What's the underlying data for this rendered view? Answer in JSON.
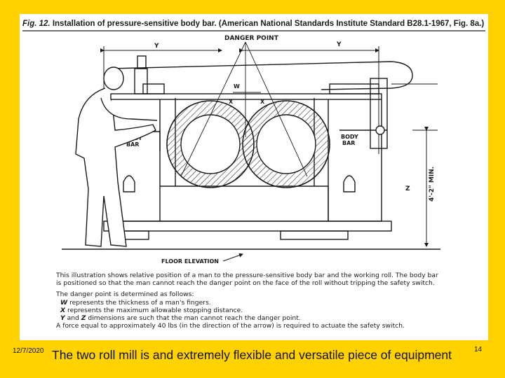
{
  "figure": {
    "title_number": "Fig. 12.",
    "title_text": "Installation of pressure-sensitive body bar. (American National Standards Institute Standard B28.1-1967, Fig. 8a.)",
    "labels": {
      "danger_point": "DANGER POINT",
      "body_bar_left_1": "BODY",
      "body_bar_left_2": "BAR",
      "body_bar_right_1": "BODY",
      "body_bar_right_2": "BAR",
      "y_left": "Y",
      "y_right": "Y",
      "w": "W",
      "x_left": "X",
      "x_right": "X",
      "z": "Z",
      "min_height": "4'-2\" MIN.",
      "floor_elevation": "FLOOR ELEVATION"
    }
  },
  "caption": {
    "para1_line1": "This illustration shows relative position of a man to the pressure-sensitive body bar and the working roll. The body bar",
    "para1_line2": "is positioned so that the man cannot reach the danger point on the face of the roll without tripping the safety switch.",
    "para2_intro": "The danger point is determined as follows:",
    "w_var": "W",
    "w_text": "represents the thickness of a man's fingers.",
    "x_var": "X",
    "x_text": "represents the maximum allowable stopping distance.",
    "y_var": "Y",
    "and_word": "and",
    "z_var": "Z",
    "yz_text": "dimensions are such that the man cannot reach the danger point.",
    "force_text": "A force equal to approximately 40 lbs (in the direction of the arrow) is required to actuate the safety switch."
  },
  "footer": {
    "date": "12/7/2020",
    "text": "The two roll mill is and extremely flexible and versatile piece of equipment",
    "page_number": "14"
  },
  "colors": {
    "background": "#FFD200",
    "paper": "#FFFFFF",
    "ink": "#1A1A1A"
  }
}
